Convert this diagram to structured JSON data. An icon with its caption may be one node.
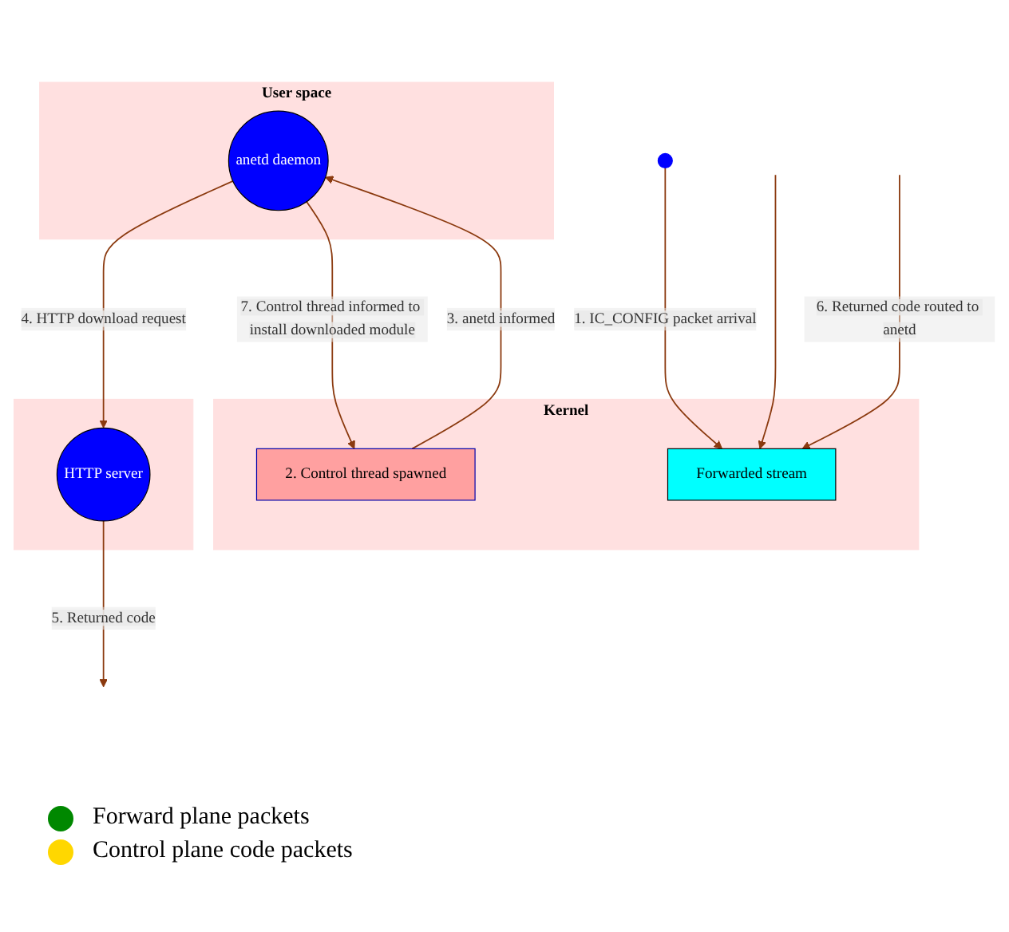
{
  "diagram": {
    "nodes": [
      {
        "text": [
          "User space"
        ]
      },
      {
        "text": [
          "anetd daemon"
        ],
        "in": 0
      },
      {
        "text": [],
        "shape": "box"
      },
      {
        "text": [
          "HTTP server"
        ],
        "in": 2
      },
      {
        "text": [
          "Kernel"
        ]
      },
      {
        "text": [
          "2. Control thread spawned"
        ],
        "in": 4
      },
      {
        "text": [
          "Forwarded stream"
        ],
        "in": 4
      },
      {
        "text": [],
        "shape": "circle"
      }
    ],
    "edges": [
      {
        "from": 1,
        "to": 3,
        "arrow": "to",
        "label": "4. HTTP download request"
      },
      {
        "from": 3,
        "to": null,
        "arrow": "to",
        "label": "5. Returned code"
      },
      {
        "from": null,
        "to": 6,
        "arrow": "to",
        "label": "6. Returned code routed to anetd"
      },
      {
        "from": 7,
        "to": 6,
        "arrow": "to",
        "label": "1. IC_CONFIG packet arrival"
      },
      {
        "from": null,
        "to": 6,
        "arrow": "to"
      },
      {
        "from": 5,
        "to": 1,
        "arrow": "to",
        "label": "3. anetd informed"
      },
      {
        "from": 1,
        "to": 5,
        "arrow": "to",
        "label": "7. Control thread informed to install downloaded module"
      }
    ],
    "legend": [
      {
        "text": "Forward plane packets",
        "color": "#008800"
      },
      {
        "text": "Control plane code packets",
        "color": "#ffd700"
      }
    ]
  }
}
